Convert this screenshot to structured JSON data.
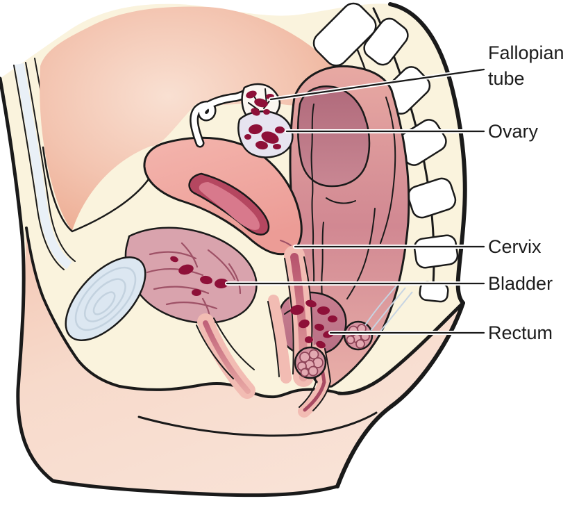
{
  "diagram": {
    "type": "anatomical-illustration",
    "subject": "Female pelvis, sagittal section with endometriosis sites",
    "labels": {
      "fallopian_tube": "Fallopian tube",
      "ovary": "Ovary",
      "cervix": "Cervix",
      "bladder": "Bladder",
      "rectum": "Rectum"
    },
    "colors": {
      "background": "#FFFFFF",
      "outline": "#1A1A1A",
      "body_cream": "#FAF3DD",
      "skin_pink": "#F6D6C5",
      "bowel_pink": "#EFB59F",
      "uterus_salmon": "#F2ACA4",
      "uterine_cavity": "#B54760",
      "colon_wall": "#EFB2A6",
      "colon_lumen": "#B97883",
      "bladder_mauve": "#D9A3AD",
      "lesion_crimson": "#8E1038",
      "ovary_lavender": "#E7E4F0",
      "pubic_bone_blue": "#DCE7F1",
      "vertebra_white": "#FFFFFF"
    }
  }
}
